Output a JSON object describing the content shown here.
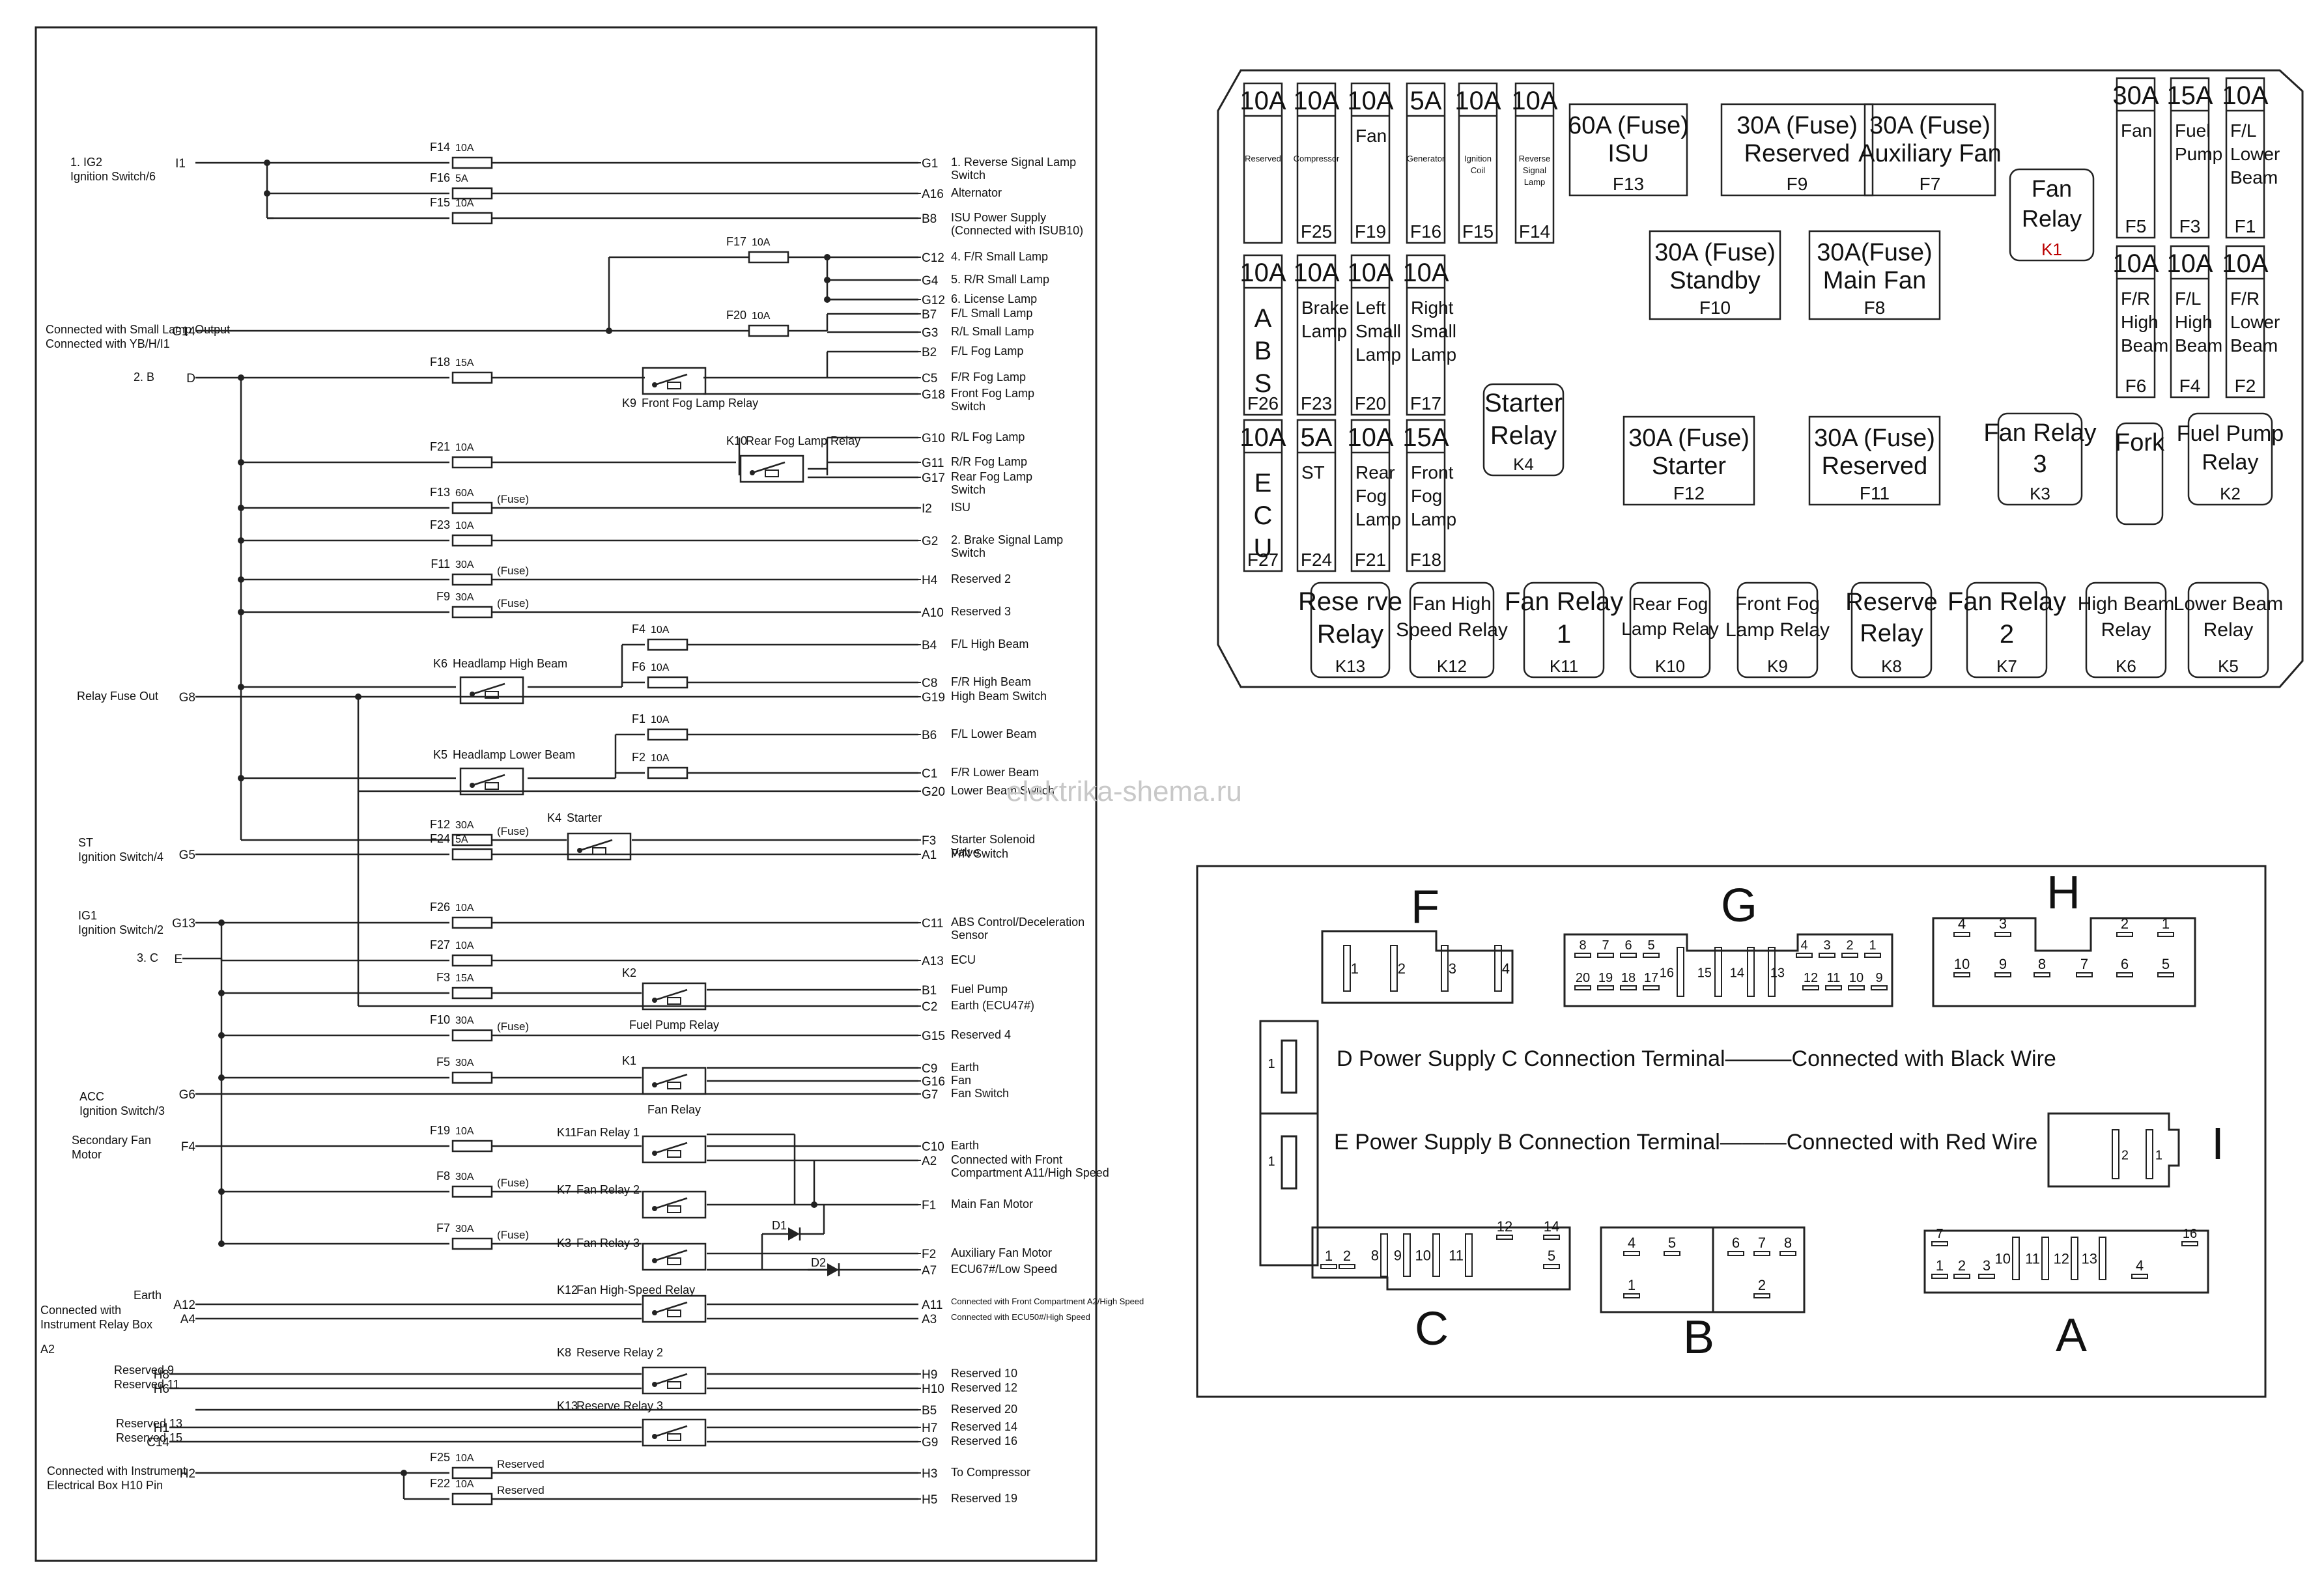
{
  "watermark": "elektrika-shema.ru",
  "schematic": {
    "inputs": [
      {
        "name": "1. IG2",
        "sub": "Ignition Switch/6",
        "terminal": "I1"
      },
      {
        "name": "Connected with Small Lamp Output",
        "sub": "Connected with YB/H/I1",
        "terminal": "G14"
      },
      {
        "name": "2. B",
        "sub": "",
        "terminal": "D"
      },
      {
        "name": "Relay Fuse Out",
        "sub": "",
        "terminal": "G8"
      },
      {
        "name": "ST",
        "sub": "Ignition Switch/4",
        "terminal": "G5"
      },
      {
        "name": "IG1",
        "sub": "Ignition Switch/2",
        "terminal": "G13"
      },
      {
        "name": "3. C",
        "sub": "",
        "terminal": "E"
      },
      {
        "name": "ACC",
        "sub": "Ignition Switch/3",
        "terminal": "G6"
      },
      {
        "name": "Secondary Fan",
        "sub": "Motor",
        "terminal": "F4"
      },
      {
        "name": "Earth",
        "sub": "",
        "terminal": "A12"
      },
      {
        "name": "Connected with",
        "sub": "Instrument Relay Box",
        "terminal": "A4"
      },
      {
        "name": "A2",
        "sub": "",
        "terminal": ""
      },
      {
        "name": "Reserved 9",
        "sub": "",
        "terminal": "H8"
      },
      {
        "name": "Reserved 11",
        "sub": "",
        "terminal": "H6"
      },
      {
        "name": "Reserved 13",
        "sub": "",
        "terminal": "H1"
      },
      {
        "name": "Reserved 15",
        "sub": "",
        "terminal": "C14"
      },
      {
        "name": "Connected with Instrument",
        "sub": "Electrical Box H10 Pin",
        "terminal": "H2"
      }
    ],
    "fuses": [
      {
        "id": "F14",
        "rating": "10A",
        "note": ""
      },
      {
        "id": "F16",
        "rating": "5A",
        "note": ""
      },
      {
        "id": "F15",
        "rating": "10A",
        "note": ""
      },
      {
        "id": "F17",
        "rating": "10A",
        "note": ""
      },
      {
        "id": "F20",
        "rating": "10A",
        "note": ""
      },
      {
        "id": "F18",
        "rating": "15A",
        "note": ""
      },
      {
        "id": "F21",
        "rating": "10A",
        "note": ""
      },
      {
        "id": "F13",
        "rating": "60A",
        "note": "(Fuse)"
      },
      {
        "id": "F23",
        "rating": "10A",
        "note": ""
      },
      {
        "id": "F11",
        "rating": "30A",
        "note": "(Fuse)"
      },
      {
        "id": "F9",
        "rating": "30A",
        "note": "(Fuse)"
      },
      {
        "id": "F4",
        "rating": "10A",
        "note": ""
      },
      {
        "id": "F6",
        "rating": "10A",
        "note": ""
      },
      {
        "id": "F1",
        "rating": "10A",
        "note": ""
      },
      {
        "id": "F2",
        "rating": "10A",
        "note": ""
      },
      {
        "id": "F12",
        "rating": "30A",
        "note": "(Fuse)"
      },
      {
        "id": "F24",
        "rating": "5A",
        "note": ""
      },
      {
        "id": "F26",
        "rating": "10A",
        "note": ""
      },
      {
        "id": "F27",
        "rating": "10A",
        "note": ""
      },
      {
        "id": "F3",
        "rating": "15A",
        "note": ""
      },
      {
        "id": "F10",
        "rating": "30A",
        "note": "(Fuse)"
      },
      {
        "id": "F5",
        "rating": "30A",
        "note": ""
      },
      {
        "id": "F19",
        "rating": "10A",
        "note": ""
      },
      {
        "id": "F8",
        "rating": "30A",
        "note": "(Fuse)"
      },
      {
        "id": "F7",
        "rating": "30A",
        "note": "(Fuse)"
      },
      {
        "id": "F25",
        "rating": "10A",
        "note": "Reserved"
      },
      {
        "id": "F22",
        "rating": "10A",
        "note": "Reserved"
      }
    ],
    "relays": [
      {
        "id": "K9",
        "name": "Front Fog Lamp Relay"
      },
      {
        "id": "K10",
        "name": "Rear Fog Lamp Relay"
      },
      {
        "id": "K6",
        "name": "Headlamp High Beam"
      },
      {
        "id": "K5",
        "name": "Headlamp Lower Beam"
      },
      {
        "id": "K4",
        "name": "Starter"
      },
      {
        "id": "K2",
        "name": "Fuel Pump Relay"
      },
      {
        "id": "K1",
        "name": "Fan Relay"
      },
      {
        "id": "K11",
        "name": "Fan Relay 1"
      },
      {
        "id": "K7",
        "name": "Fan Relay 2"
      },
      {
        "id": "K3",
        "name": "Fan Relay 3"
      },
      {
        "id": "K12",
        "name": "Fan High-Speed Relay"
      },
      {
        "id": "K8",
        "name": "Reserve Relay 2"
      },
      {
        "id": "K13",
        "name": "Reserve Relay 3"
      }
    ],
    "diodes": [
      "D1",
      "D2"
    ],
    "outputs": [
      {
        "terminal": "G1",
        "label": "1. Reverse Signal Lamp",
        "label2": "Switch"
      },
      {
        "terminal": "A16",
        "label": "Alternator",
        "label2": ""
      },
      {
        "terminal": "B8",
        "label": "ISU Power Supply",
        "label2": "(Connected with ISUB10)"
      },
      {
        "terminal": "C12",
        "label": "4. F/R Small Lamp",
        "label2": ""
      },
      {
        "terminal": "G4",
        "label": "5. R/R Small Lamp",
        "label2": ""
      },
      {
        "terminal": "G12",
        "label": "6. License Lamp",
        "label2": ""
      },
      {
        "terminal": "B7",
        "label": "F/L Small Lamp",
        "label2": ""
      },
      {
        "terminal": "G3",
        "label": "R/L Small Lamp",
        "label2": ""
      },
      {
        "terminal": "B2",
        "label": "F/L Fog Lamp",
        "label2": ""
      },
      {
        "terminal": "C5",
        "label": "F/R Fog Lamp",
        "label2": ""
      },
      {
        "terminal": "G18",
        "label": "Front Fog Lamp",
        "label2": "Switch"
      },
      {
        "terminal": "G10",
        "label": "R/L Fog Lamp",
        "label2": ""
      },
      {
        "terminal": "G11",
        "label": "R/R Fog Lamp",
        "label2": ""
      },
      {
        "terminal": "G17",
        "label": "Rear Fog Lamp",
        "label2": "Switch"
      },
      {
        "terminal": "I2",
        "label": "ISU",
        "label2": ""
      },
      {
        "terminal": "G2",
        "label": "2. Brake Signal Lamp",
        "label2": "Switch"
      },
      {
        "terminal": "H4",
        "label": "Reserved 2",
        "label2": ""
      },
      {
        "terminal": "A10",
        "label": "Reserved 3",
        "label2": ""
      },
      {
        "terminal": "B4",
        "label": "F/L High Beam",
        "label2": ""
      },
      {
        "terminal": "C8",
        "label": "F/R High Beam",
        "label2": ""
      },
      {
        "terminal": "G19",
        "label": "High Beam Switch",
        "label2": ""
      },
      {
        "terminal": "B6",
        "label": "F/L Lower Beam",
        "label2": ""
      },
      {
        "terminal": "C1",
        "label": "F/R Lower Beam",
        "label2": ""
      },
      {
        "terminal": "G20",
        "label": "Lower Beam Switch",
        "label2": ""
      },
      {
        "terminal": "F3",
        "label": "Starter Solenoid",
        "label2": "Valve"
      },
      {
        "terminal": "A1",
        "label": "P/N Switch",
        "label2": ""
      },
      {
        "terminal": "C11",
        "label": "ABS Control/Deceleration",
        "label2": "Sensor"
      },
      {
        "terminal": "A13",
        "label": "ECU",
        "label2": ""
      },
      {
        "terminal": "B1",
        "label": "Fuel Pump",
        "label2": ""
      },
      {
        "terminal": "C2",
        "label": "Earth (ECU47#)",
        "label2": ""
      },
      {
        "terminal": "G15",
        "label": "Reserved 4",
        "label2": ""
      },
      {
        "terminal": "C9",
        "label": "Earth",
        "label2": ""
      },
      {
        "terminal": "G16",
        "label": "Fan",
        "label2": ""
      },
      {
        "terminal": "G7",
        "label": "Fan Switch",
        "label2": ""
      },
      {
        "terminal": "C10",
        "label": "Earth",
        "label2": ""
      },
      {
        "terminal": "A2",
        "label": "Connected with Front",
        "label2": "Compartment A11/High Speed"
      },
      {
        "terminal": "F1",
        "label": "Main Fan Motor",
        "label2": ""
      },
      {
        "terminal": "F2",
        "label": "Auxiliary Fan Motor",
        "label2": ""
      },
      {
        "terminal": "A7",
        "label": "ECU67#/Low Speed",
        "label2": ""
      },
      {
        "terminal": "A11",
        "label": "Connected with Front Compartment A2/High Speed",
        "label2": ""
      },
      {
        "terminal": "A3",
        "label": "Connected with ECU50#/High Speed",
        "label2": ""
      },
      {
        "terminal": "H9",
        "label": "Reserved 10",
        "label2": ""
      },
      {
        "terminal": "H10",
        "label": "Reserved 12",
        "label2": ""
      },
      {
        "terminal": "B5",
        "label": "Reserved 20",
        "label2": ""
      },
      {
        "terminal": "H7",
        "label": "Reserved 14",
        "label2": ""
      },
      {
        "terminal": "G9",
        "label": "Reserved 16",
        "label2": ""
      },
      {
        "terminal": "H3",
        "label": "To Compressor",
        "label2": ""
      },
      {
        "terminal": "H5",
        "label": "Reserved 19",
        "label2": ""
      }
    ]
  },
  "fuse_box": {
    "fuses": [
      {
        "id": "F25",
        "rating": "10A",
        "label": "Compressor"
      },
      {
        "id": "",
        "rating": "10A",
        "label": "Reserved"
      },
      {
        "id": "F19",
        "rating": "10A",
        "label": "Fan"
      },
      {
        "id": "F16",
        "rating": "5A",
        "label": "Generator"
      },
      {
        "id": "F15",
        "rating": "10A",
        "label": "Ignition Coil"
      },
      {
        "id": "F14",
        "rating": "10A",
        "label": "Reverse Signal Lamp"
      },
      {
        "id": "F26",
        "rating": "10A",
        "label": "ABS"
      },
      {
        "id": "F23",
        "rating": "10A",
        "label": "Brake Lamp"
      },
      {
        "id": "F20",
        "rating": "10A",
        "label": "Left Small Lamp"
      },
      {
        "id": "F17",
        "rating": "10A",
        "label": "Right Small Lamp"
      },
      {
        "id": "F27",
        "rating": "10A",
        "label": "ECU"
      },
      {
        "id": "F24",
        "rating": "5A",
        "label": "ST"
      },
      {
        "id": "F21",
        "rating": "10A",
        "label": "Rear Fog Lamp"
      },
      {
        "id": "F18",
        "rating": "15A",
        "label": "Front Fog Lamp"
      },
      {
        "id": "F5",
        "rating": "30A",
        "label": "Fan"
      },
      {
        "id": "F3",
        "rating": "15A",
        "label": "Fuel Pump"
      },
      {
        "id": "F1",
        "rating": "10A",
        "label": "F/L Lower Beam"
      },
      {
        "id": "F6",
        "rating": "10A",
        "label": "F/R High Beam"
      },
      {
        "id": "F4",
        "rating": "10A",
        "label": "F/L High Beam"
      },
      {
        "id": "F2",
        "rating": "10A",
        "label": "F/R Lower Beam"
      },
      {
        "id": "F13",
        "rating": "60A (Fuse)",
        "label": "ISU"
      },
      {
        "id": "F9",
        "rating": "30A (Fuse)",
        "label": "Reserved"
      },
      {
        "id": "F7",
        "rating": "30A (Fuse)",
        "label": "Auxiliary Fan"
      },
      {
        "id": "F10",
        "rating": "30A (Fuse)",
        "label": "Standby"
      },
      {
        "id": "F8",
        "rating": "30A(Fuse)",
        "label": "Main Fan"
      },
      {
        "id": "F12",
        "rating": "30A (Fuse)",
        "label": "Starter"
      },
      {
        "id": "F11",
        "rating": "30A (Fuse)",
        "label": "Reserved"
      }
    ],
    "relays": [
      {
        "id": "K1",
        "label": "Fan Relay"
      },
      {
        "id": "K4",
        "label": "Starter Relay"
      },
      {
        "id": "K3",
        "label": "Fan Relay 3"
      },
      {
        "id": "",
        "label": "Fork"
      },
      {
        "id": "K2",
        "label": "Fuel Pump Relay"
      },
      {
        "id": "K13",
        "label": "Reserve Relay"
      },
      {
        "id": "K12",
        "label": "Fan High Speed Relay"
      },
      {
        "id": "K11",
        "label": "Fan Relay 1"
      },
      {
        "id": "K10",
        "label": "Rear Fog Lamp Relay"
      },
      {
        "id": "K9",
        "label": "Front Fog Lamp Relay"
      },
      {
        "id": "K8",
        "label": "Reserve Relay"
      },
      {
        "id": "K7",
        "label": "Fan Relay 2"
      },
      {
        "id": "K6",
        "label": "High Beam Relay"
      },
      {
        "id": "K5",
        "label": "Lower Beam Relay"
      }
    ]
  },
  "connectors": {
    "letters": [
      "F",
      "G",
      "H",
      "C",
      "B",
      "A",
      "I"
    ],
    "F": [
      "1",
      "2",
      "3",
      "4"
    ],
    "G_top": [
      "8",
      "7",
      "6",
      "5",
      "4",
      "3",
      "2",
      "1"
    ],
    "G_bottom": [
      "20",
      "19",
      "18",
      "17",
      "16",
      "15",
      "14",
      "13",
      "12",
      "11",
      "10",
      "9"
    ],
    "H_top": [
      "4",
      "3",
      "2",
      "1"
    ],
    "H_bottom": [
      "10",
      "9",
      "8",
      "7",
      "6",
      "5"
    ],
    "C": [
      "1",
      "2",
      "8",
      "9",
      "10",
      "11",
      "12",
      "14",
      "5"
    ],
    "B": [
      "4",
      "5",
      "6",
      "7",
      "8",
      "1",
      "2"
    ],
    "A": [
      "7",
      "1",
      "2",
      "3",
      "10",
      "11",
      "12",
      "13",
      "4",
      "16"
    ],
    "I": [
      "2",
      "1"
    ],
    "D_pin": "1",
    "E_pin": "1",
    "D_text": "D Power Supply C Connection Terminal———Connected with Black Wire",
    "E_text": "E Power Supply B Connection Terminal———Connected with Red Wire"
  }
}
